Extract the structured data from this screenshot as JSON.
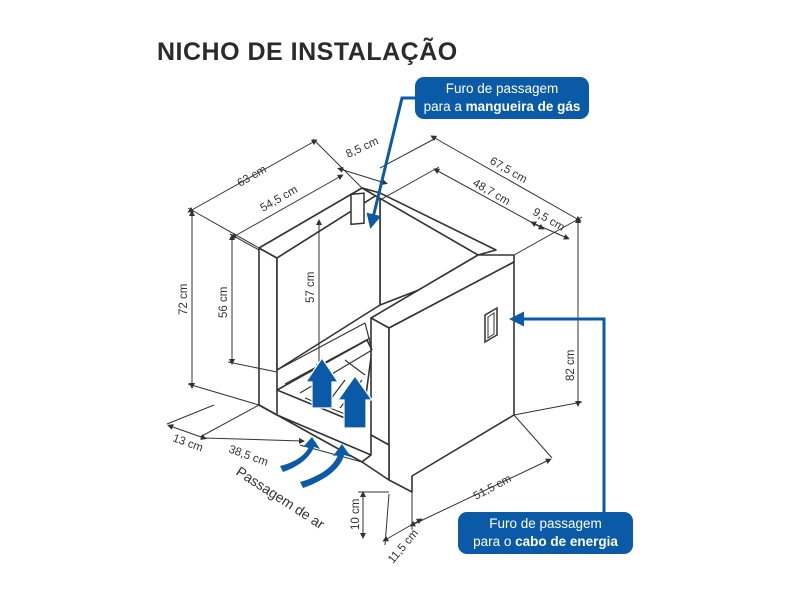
{
  "title": "NICHO DE INSTALAÇÃO",
  "callouts": {
    "gas": {
      "line1": "Furo de passagem",
      "line2_prefix": "para a ",
      "line2_bold": "mangueira de gás"
    },
    "power": {
      "line1": "Furo de passagem",
      "line2_prefix": "para o ",
      "line2_bold": "cabo de energia"
    }
  },
  "dimensions": {
    "d63": "63 cm",
    "d8_5": "8,5 cm",
    "d54_5": "54,5 cm",
    "d67_5": "67,5 cm",
    "d48_7": "48,7 cm",
    "d9_5": "9,5 cm",
    "d72": "72 cm",
    "d56": "56 cm",
    "d57": "57 cm",
    "d82": "82 cm",
    "d13": "13 cm",
    "d38_5": "38,5 cm",
    "d51_5": "51,5 cm",
    "d10": "10 cm",
    "d11_5": "11,5 cm"
  },
  "airflow_label": "Passagem de ar",
  "colors": {
    "accent": "#0a5aa8",
    "line": "#333333",
    "panel": "#ffffff"
  }
}
